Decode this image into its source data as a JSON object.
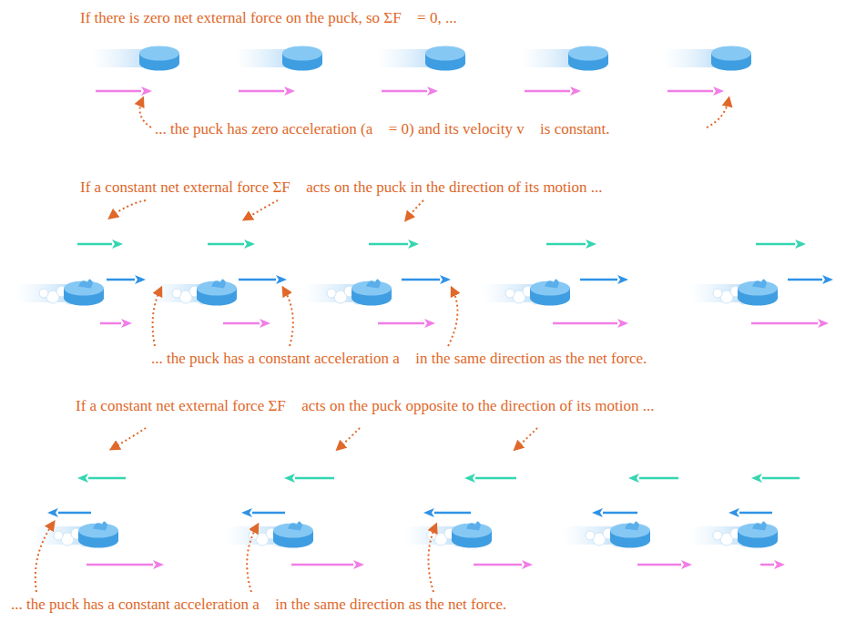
{
  "diagram": {
    "labels": [
      "If there is zero net external force on the puck, so ΣF⃗ = 0, ...",
      "... the puck has zero acceleration (a⃗ = 0) and its velocity v⃗ is constant.",
      "If a constant net external force ΣF⃗ acts on the puck in the direction of its motion ...",
      "... the puck has a constant acceleration a⃗ in the same direction as the net force.",
      "If a constant net external force ΣF⃗ acts on the puck opposite to the direction of its motion ...",
      "... the puck has a constant acceleration a⃗ in the same direction as the net force."
    ]
  }
}
